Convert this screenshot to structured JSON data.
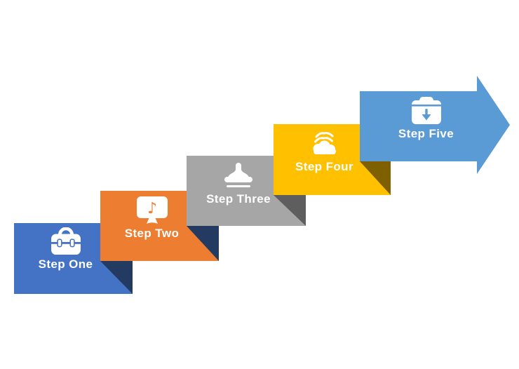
{
  "background": "#ffffff",
  "diagram": {
    "type": "staircase-process",
    "direction": "ascending-right",
    "steps": [
      {
        "label": "Step One",
        "icon": "toolbox-icon",
        "color": "#4472C4",
        "fold_color": "#233B60",
        "shape": "rectangle"
      },
      {
        "label": "Step Two",
        "icon": "monitor-music-icon",
        "color": "#ED7D31",
        "fold_color": "#233B60",
        "shape": "rectangle"
      },
      {
        "label": "Step Three",
        "icon": "stamp-icon",
        "color": "#A6A6A6",
        "fold_color": "#5E5E5E",
        "shape": "rectangle"
      },
      {
        "label": "Step Four",
        "icon": "cloud-stack-icon",
        "color": "#FFC000",
        "fold_color": "#7F6000",
        "shape": "rectangle"
      },
      {
        "label": "Step Five",
        "icon": "folder-download-icon",
        "color": "#5B9BD5",
        "fold_color": "#5B9BD5",
        "shape": "right-arrow"
      }
    ],
    "icon_glyphs": {
      "music_note": "♪"
    },
    "text_color": "#ffffff"
  }
}
